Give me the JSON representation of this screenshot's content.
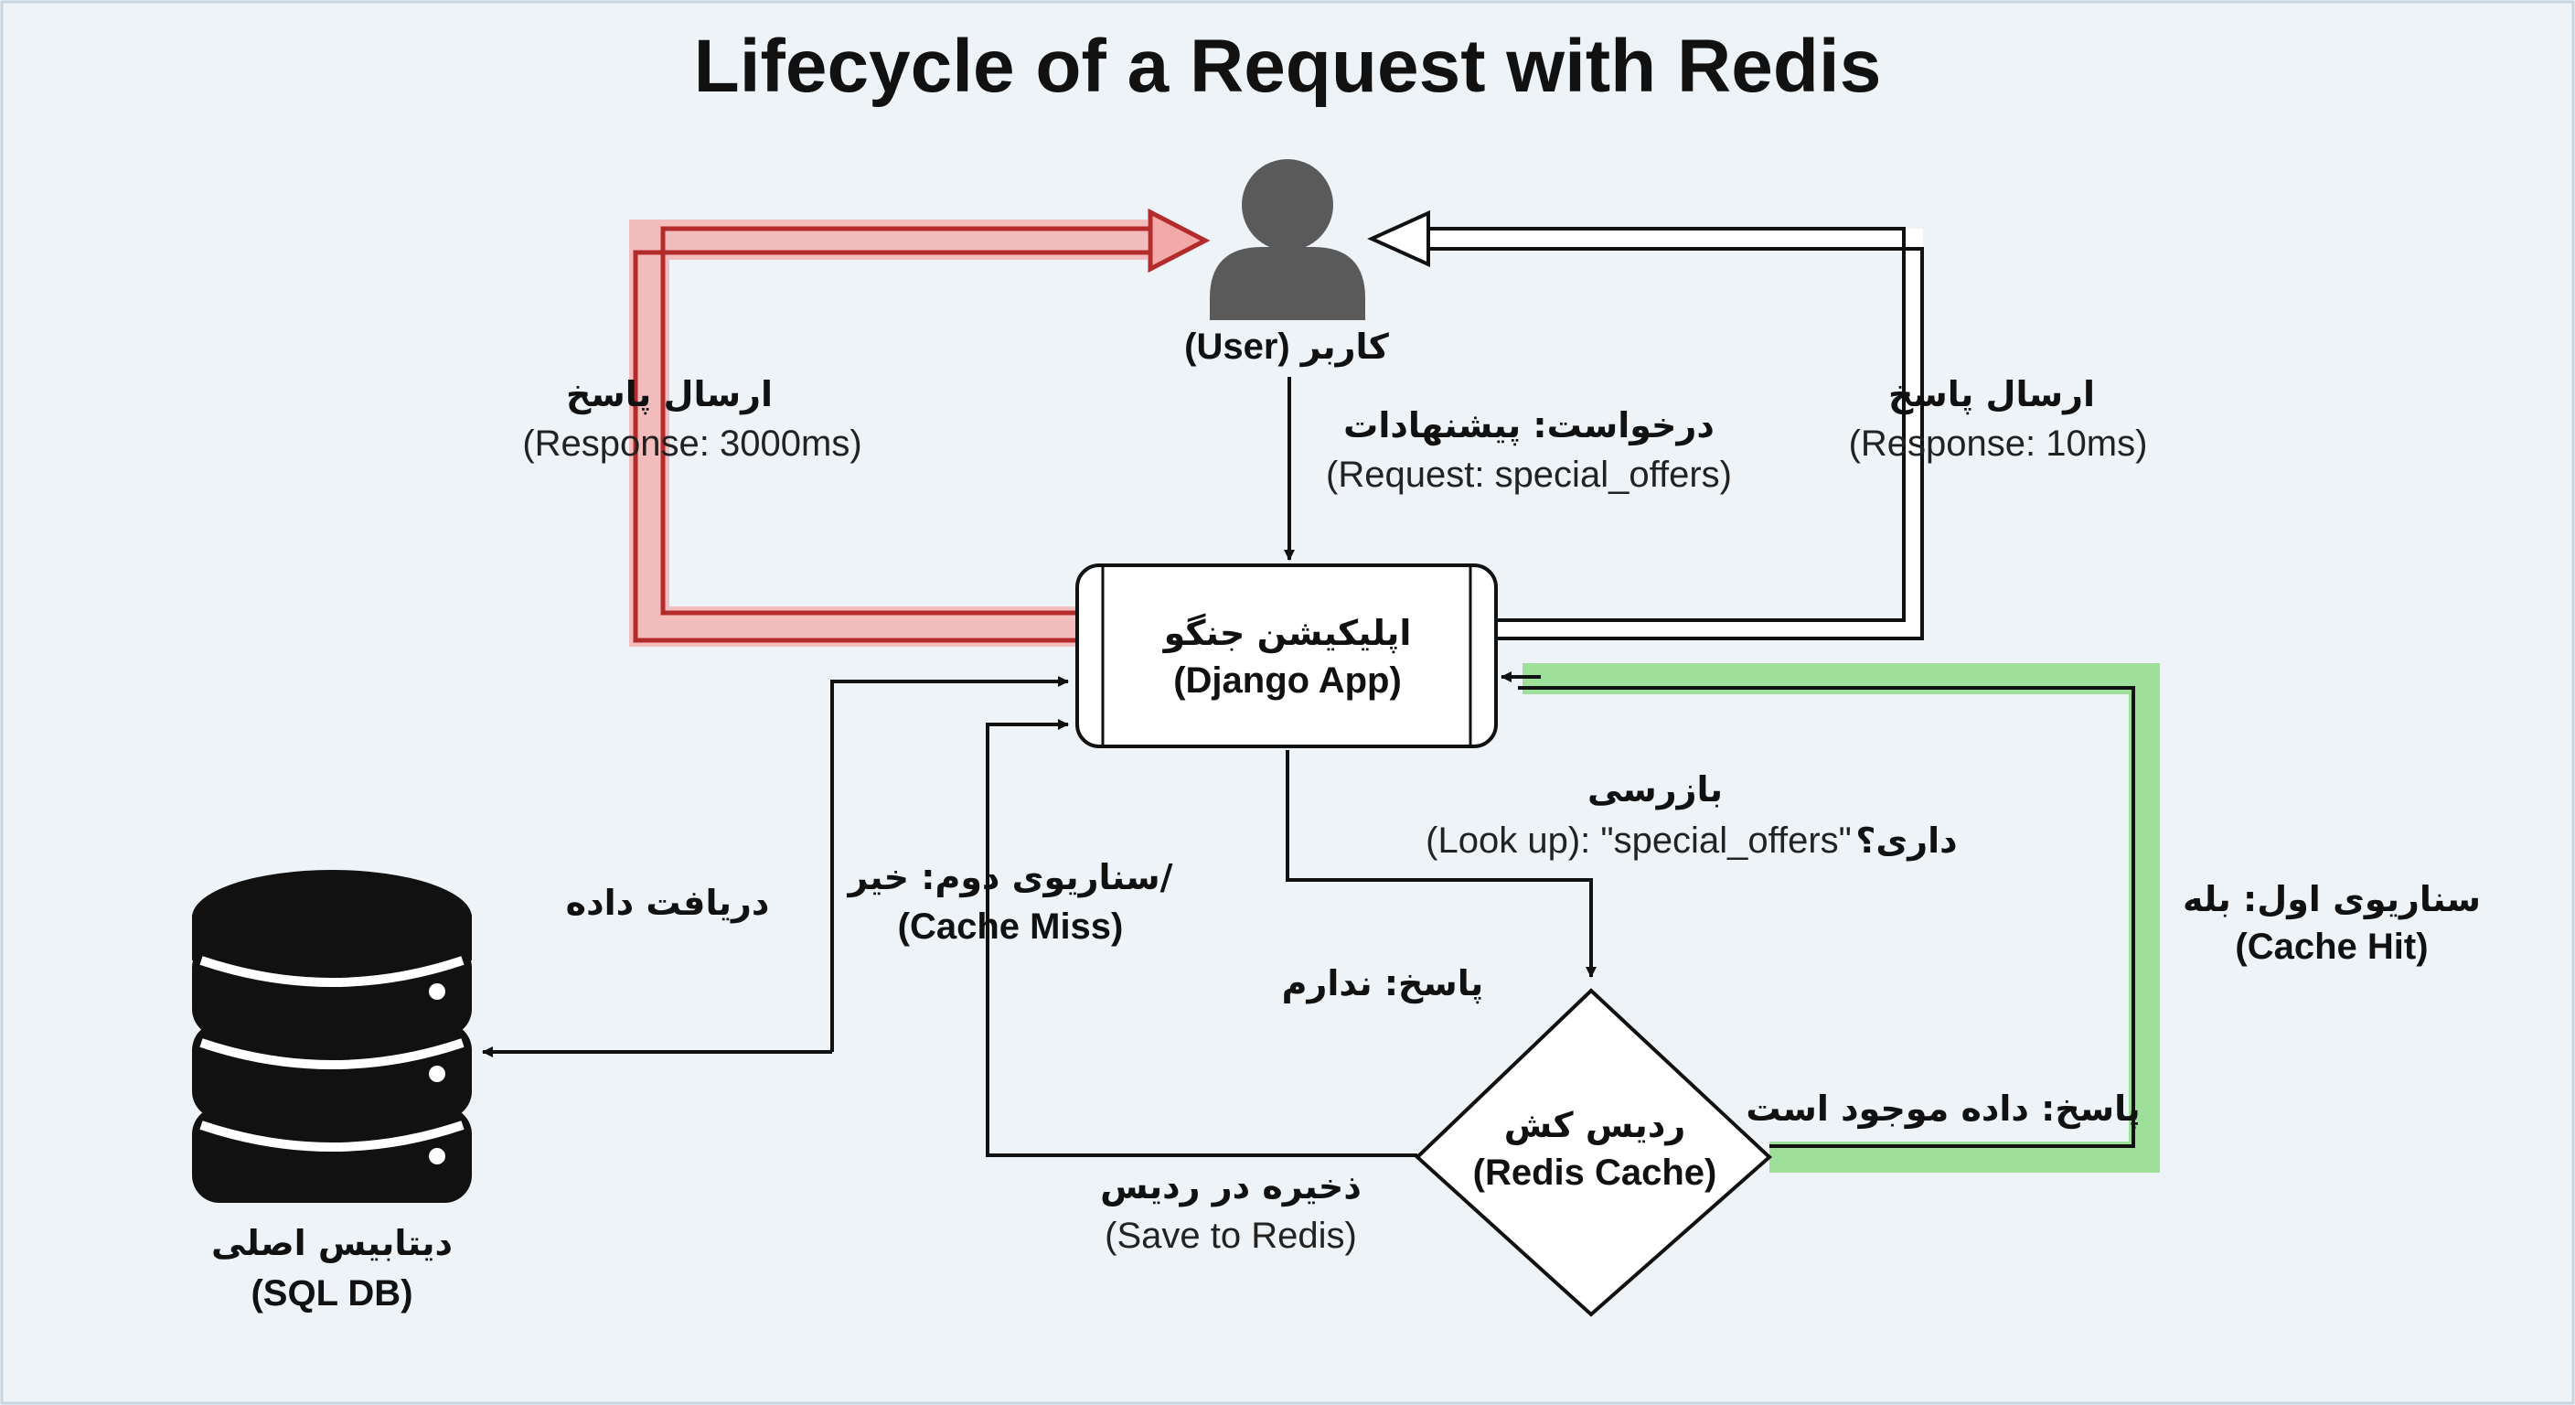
{
  "title": "Lifecycle of a Request with Redis",
  "nodes": {
    "user": {
      "fa": "کاربر",
      "en": "(User)"
    },
    "django": {
      "fa": "اپلیکیشن جنگو",
      "en": "(Django App)"
    },
    "redis": {
      "fa": "ردیس کش",
      "en": "(Redis Cache)"
    },
    "db": {
      "fa": "دیتابیس اصلی",
      "en": "(SQL DB)"
    }
  },
  "edges": {
    "request": {
      "fa": "درخواست: پیشنهادات",
      "en": "(Request: special_offers)"
    },
    "response_slow": {
      "fa": "ارسال پاسخ",
      "en": "(Response: 3000ms)"
    },
    "response_fast": {
      "fa": "ارسال پاسخ",
      "en": "(Response: 10ms)"
    },
    "lookup": {
      "fa": "بازرسی",
      "en": "(Look up): \"special_offers\"",
      "fa_suffix": "داری؟"
    },
    "answer_no": {
      "fa": "پاسخ: ندارم"
    },
    "answer_yes": {
      "fa": "پاسخ: داده موجود است"
    },
    "cache_hit": {
      "fa": "سناریوی اول: بله",
      "en": "(Cache Hit)"
    },
    "cache_miss": {
      "fa": "سناریوی دوم: خیر/",
      "en": "(Cache Miss)"
    },
    "fetch_data": {
      "fa": "دریافت داده"
    },
    "save_to_redis": {
      "fa": "ذخیره در ردیس",
      "en": "(Save to Redis)"
    }
  },
  "icons": {
    "user": "person-icon",
    "db": "database-icon"
  },
  "colors": {
    "slow_path": "#f4a9a9",
    "fast_path": "#8fdc8a",
    "background": "#eef3f7"
  }
}
